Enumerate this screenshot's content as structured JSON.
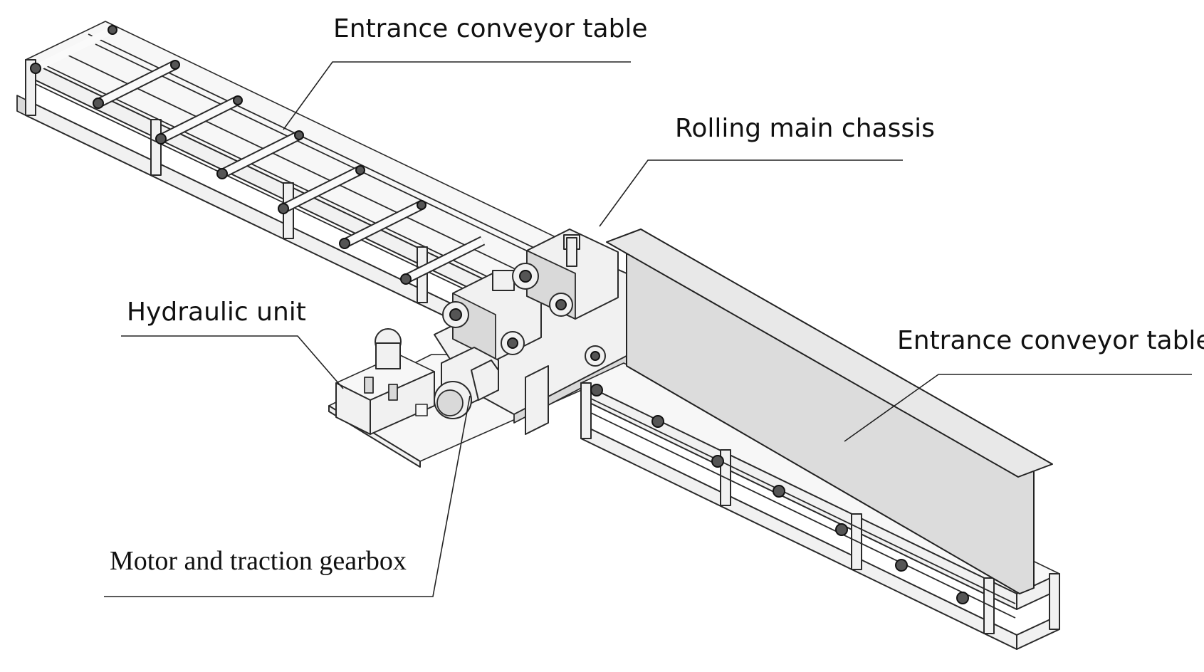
{
  "labels": {
    "entrance_top": "Entrance conveyor table",
    "rolling_chassis": "Rolling main chassis",
    "entrance_right": "Entrance conveyor table",
    "hydraulic_unit": "Hydraulic unit",
    "motor_gearbox": "Motor and traction gearbox"
  }
}
